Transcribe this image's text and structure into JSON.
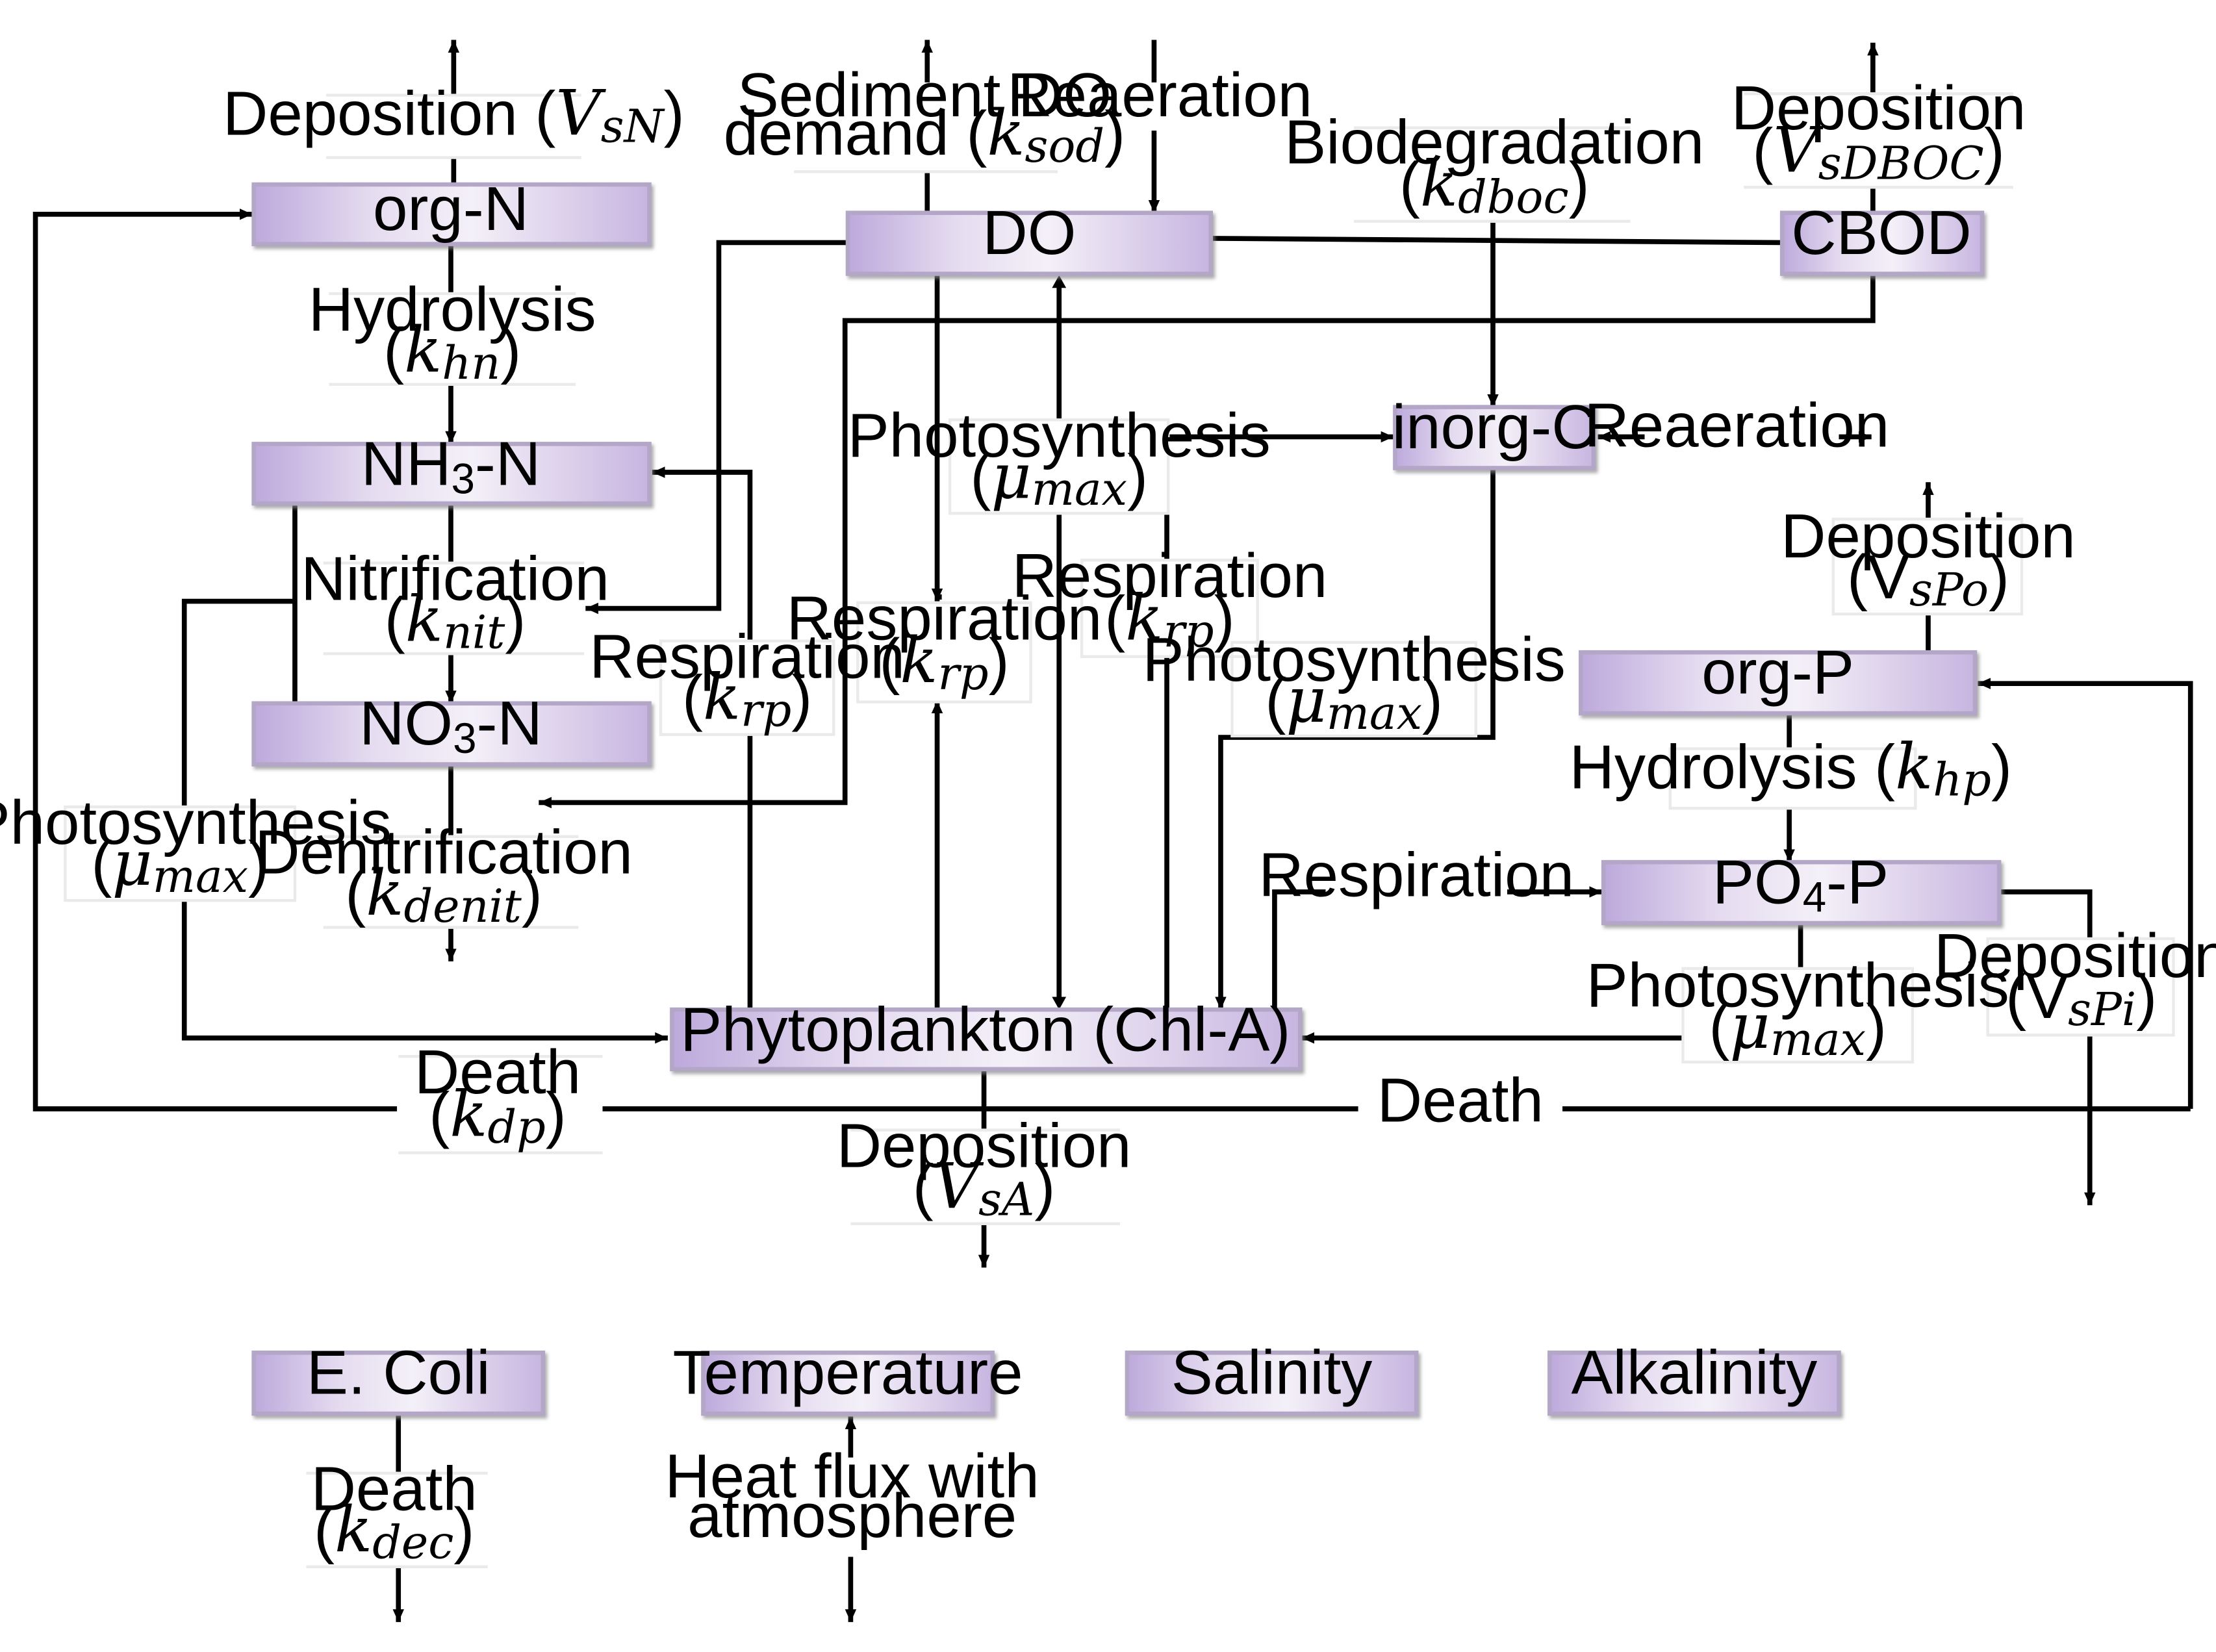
{
  "nodes": {
    "org_n": "org-N",
    "nh3_n": {
      "a": "NH",
      "b": "3",
      "c": "-N"
    },
    "no3_n": {
      "a": "NO",
      "b": "3",
      "c": "-N"
    },
    "do": "DO",
    "cbod": "CBOD",
    "inorg_c": "inorg-C",
    "org_p": "org-P",
    "po4_p": {
      "a": "PO",
      "b": "4",
      "c": "-P"
    },
    "phyto": "Phytoplankton (Chl-A)",
    "ecoli": "E. Coli",
    "temperature": "Temperature",
    "salinity": "Salinity",
    "alkalinity": "Alkalinity"
  },
  "labels": {
    "deposition": "Deposition",
    "hydrolysis": "Hydrolysis",
    "nitrification": "Nitrification",
    "denitrification": "Denitrification",
    "photosynthesis": "Photosynthesis",
    "respiration": "Respiration",
    "death": "Death",
    "reaeration": "Reaeration",
    "sediment_do_1": "Sediment DO",
    "sediment_do_2": "demand",
    "biodegradation": "Biodegradation",
    "heat_flux_1": "Heat flux with",
    "heat_flux_2": "atmosphere"
  },
  "symbols": {
    "V": "V",
    "k": "k",
    "mu": "μ",
    "vsn": "sN",
    "vsdboc": "sDBOC",
    "vspo": "sPo",
    "vspi": "sPi",
    "vsa": "sA",
    "khn": "hn",
    "knit": "nit",
    "kdenit": "denit",
    "ksod": "sod",
    "kdboc": "dboc",
    "krp": "rp",
    "kdp": "dp",
    "khp": "hp",
    "kdec": "dec",
    "mumax": "max"
  }
}
